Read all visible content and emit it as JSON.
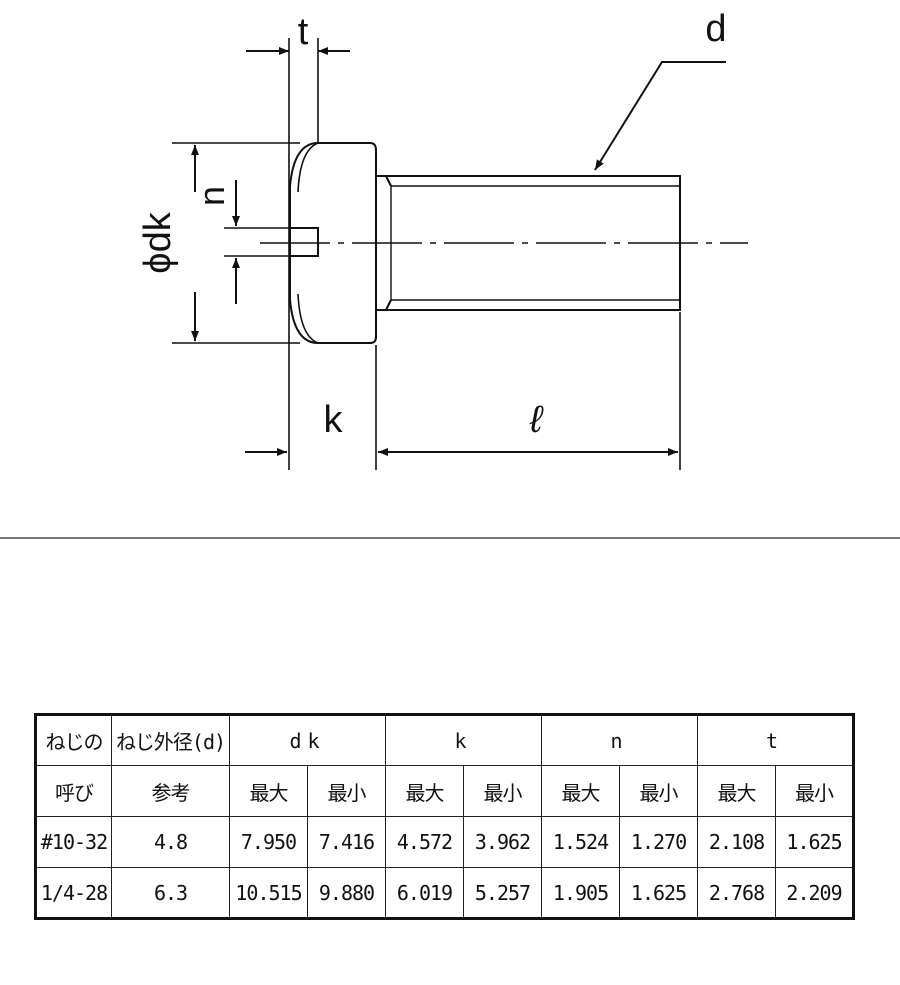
{
  "drawing": {
    "labels": {
      "t": "t",
      "d": "d",
      "n": "n",
      "dk": "ϕdk",
      "k": "k",
      "l": "ℓ"
    }
  },
  "table": {
    "header_row1": {
      "thread_name_line1": "ねじの",
      "thread_dia": "ねじ外径(d)",
      "groups": [
        "dk",
        "k",
        "n",
        "t"
      ]
    },
    "header_row2": {
      "thread_name_line2": "呼び",
      "reference": "参考",
      "max": "最大",
      "min": "最小"
    },
    "rows": [
      {
        "name": "#10-32",
        "d": "4.8",
        "dk_max": "7.950",
        "dk_min": "7.416",
        "k_max": "4.572",
        "k_min": "3.962",
        "n_max": "1.524",
        "n_min": "1.270",
        "t_max": "2.108",
        "t_min": "1.625"
      },
      {
        "name": "1/4-28",
        "d": "6.3",
        "dk_max": "10.515",
        "dk_min": "9.880",
        "k_max": "6.019",
        "k_min": "5.257",
        "n_max": "1.905",
        "n_min": "1.625",
        "t_max": "2.768",
        "t_min": "2.209"
      }
    ]
  }
}
